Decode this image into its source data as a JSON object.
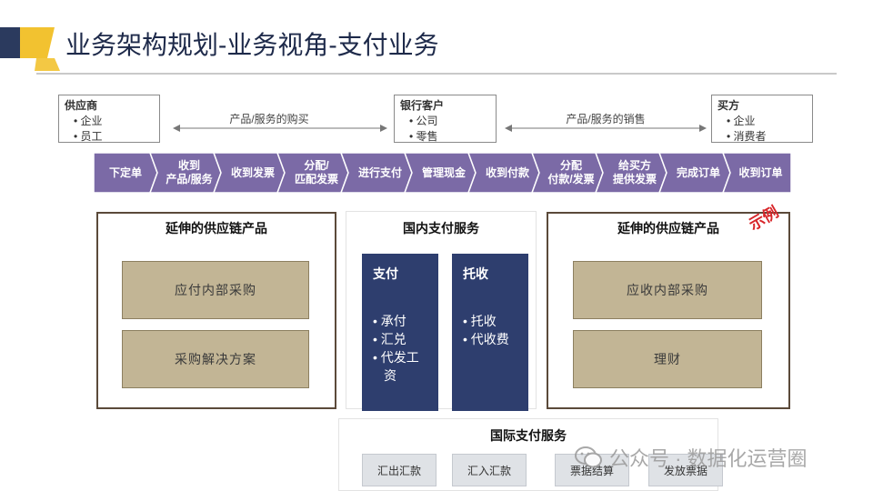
{
  "title": "业务架构规划-业务视角-支付业务",
  "parties": {
    "supplier": {
      "title": "供应商",
      "items": [
        "• 企业",
        "• 员工"
      ]
    },
    "bank": {
      "title": "银行客户",
      "items": [
        "• 公司",
        "• 零售"
      ]
    },
    "buyer": {
      "title": "买方",
      "items": [
        "• 企业",
        "• 消费者"
      ]
    }
  },
  "flows": {
    "purchase": "产品/服务的购买",
    "sales": "产品/服务的销售"
  },
  "process_steps": [
    {
      "line1": "下定单",
      "line2": ""
    },
    {
      "line1": "收到",
      "line2": "产品/服务"
    },
    {
      "line1": "收到发票",
      "line2": ""
    },
    {
      "line1": "分配/",
      "line2": "匹配发票"
    },
    {
      "line1": "进行支付",
      "line2": ""
    },
    {
      "line1": "管理现金",
      "line2": ""
    },
    {
      "line1": "收到付款",
      "line2": ""
    },
    {
      "line1": "分配",
      "line2": "付款/发票"
    },
    {
      "line1": "给买方",
      "line2": "提供发票"
    },
    {
      "line1": "完成订单",
      "line2": ""
    },
    {
      "line1": "收到订单",
      "line2": ""
    }
  ],
  "left_section": {
    "title": "延伸的供应链产品",
    "boxes": [
      "应付内部采购",
      "采购解决方案"
    ]
  },
  "middle_section": {
    "title": "国内支付服务",
    "payment": {
      "title": "支付",
      "items": [
        "• 承付",
        "• 汇兑",
        "• 代发工",
        "资"
      ]
    },
    "collection": {
      "title": "托收",
      "items": [
        "• 托收",
        "• 代收费"
      ]
    }
  },
  "right_section": {
    "title": "延伸的供应链产品",
    "boxes": [
      "应收内部采购",
      "理财"
    ]
  },
  "international": {
    "title": "国际支付服务",
    "boxes": [
      "汇出汇款",
      "汇入汇款",
      "票据结算",
      "发放票据"
    ]
  },
  "stamp": "示例",
  "watermark": "公众号 · 数据化运营圈",
  "colors": {
    "process": "#7b6aa6",
    "navy": "#2e3e6e",
    "tan": "#c2b595",
    "gold": "#f2c230",
    "title": "#1e2a4a"
  }
}
